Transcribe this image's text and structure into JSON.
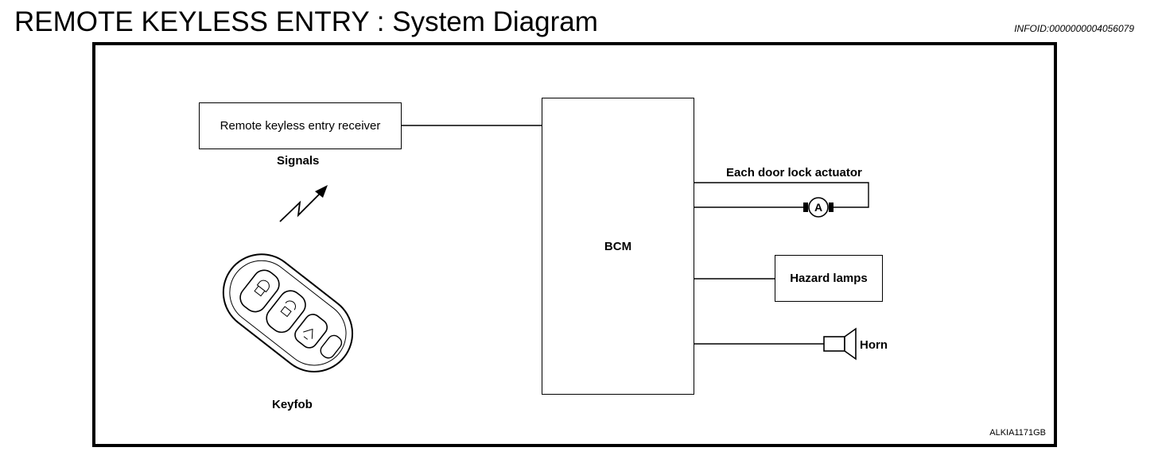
{
  "header": {
    "title": "REMOTE KEYLESS ENTRY : System Diagram",
    "info_id": "INFOID:0000000004056079"
  },
  "diagram": {
    "receiver_label": "Remote keyless entry receiver",
    "signals_label": "Signals",
    "bcm_label": "BCM",
    "door_lock_label": "Each door lock actuator",
    "motor_symbol": "A",
    "hazard_label": "Hazard lamps",
    "horn_label": "Horn",
    "keyfob_label": "Keyfob",
    "reference_code": "ALKIA1171GB"
  }
}
